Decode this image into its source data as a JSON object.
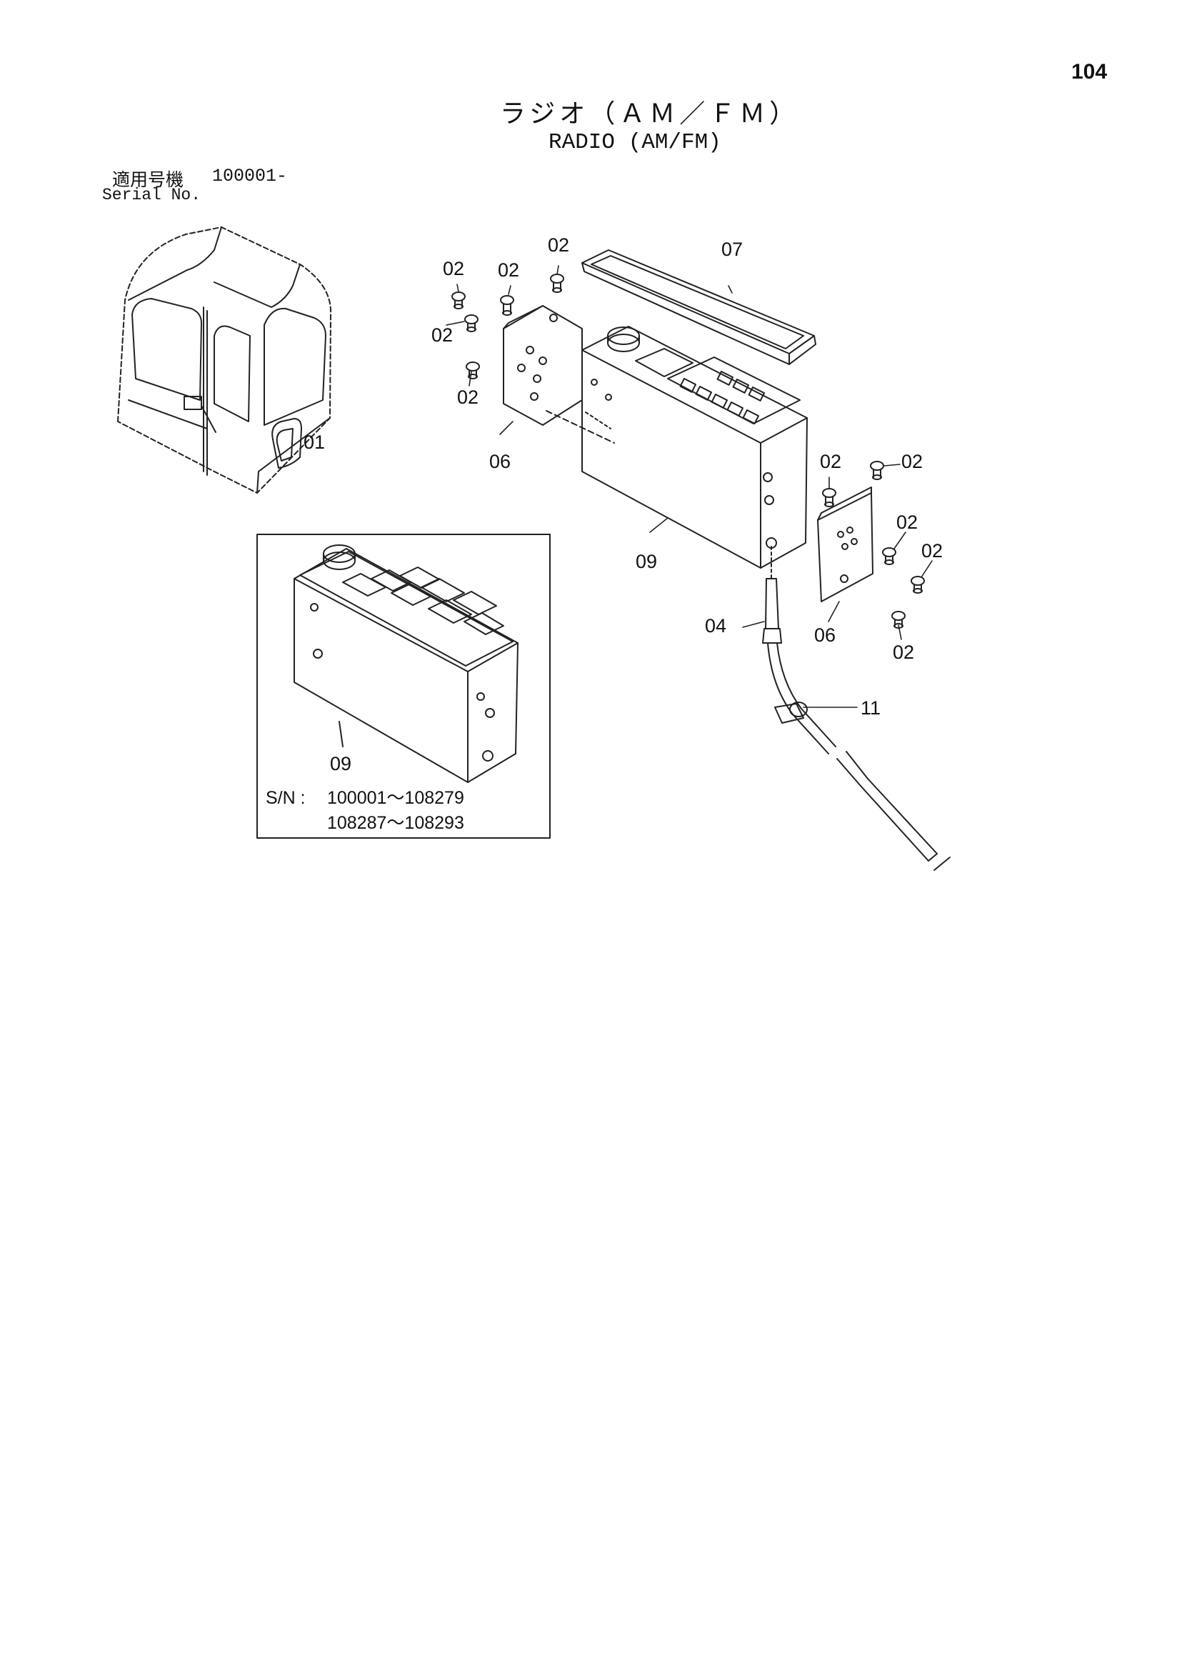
{
  "page": {
    "number": "104",
    "title_jp": "ラジオ（ＡＭ／ＦＭ）",
    "title_en": "RADIO (AM/FM)",
    "serial_label_jp": "適用号機",
    "serial_value": "100001-",
    "serial_label_en": "Serial No."
  },
  "diagram": {
    "part_labels": {
      "p02": "02",
      "p04": "04",
      "p06": "06",
      "p07": "07",
      "p09": "09",
      "p11": "11"
    },
    "cab_marking": "01",
    "inset": {
      "part_label": "09",
      "sn_prefix": "S/N :",
      "sn_range_1": "100001～108279",
      "sn_range_2": "108287～108293"
    }
  }
}
